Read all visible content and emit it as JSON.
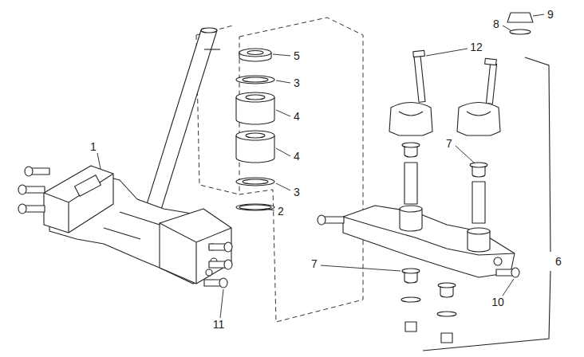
{
  "diagram": {
    "labels": [
      "9",
      "8",
      "12",
      "5",
      "3",
      "4",
      "7",
      "1",
      "4",
      "3",
      "2",
      "6",
      "7",
      "10",
      "11"
    ]
  }
}
